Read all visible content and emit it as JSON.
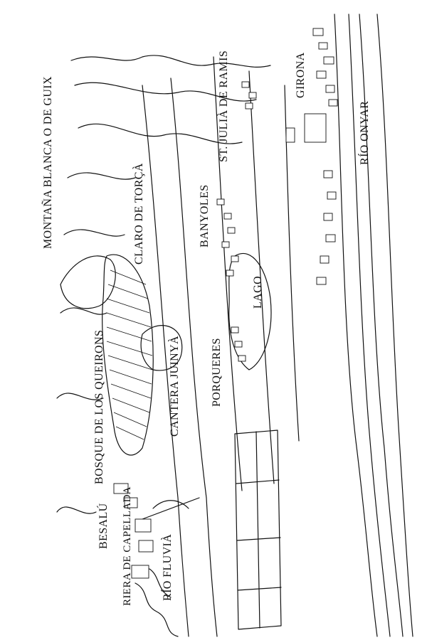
{
  "map": {
    "labels": {
      "montana": "MONTAÑA BLANCA O DE GUIX",
      "claro": "CLARO DE TORÇÀ",
      "banyoles": "BANYOLES",
      "st_julia": "ST. JULIÀ DE RAMIS",
      "girona": "GIRONA",
      "rio_onyar": "RÍO ONYAR",
      "lago": "LAGO",
      "porqueres": "PORQUERES",
      "cantera": "CANTERA JUINYÀ",
      "bosque": "BOSQUE DE LOS QUEIRONS",
      "besalu": "BESALÚ",
      "riera": "RIERA DE CAPELLADA",
      "rio_fluvia": "RÍO FLUVIÀ"
    },
    "colors": {
      "ink": "#111111",
      "paper": "#ffffff"
    }
  }
}
